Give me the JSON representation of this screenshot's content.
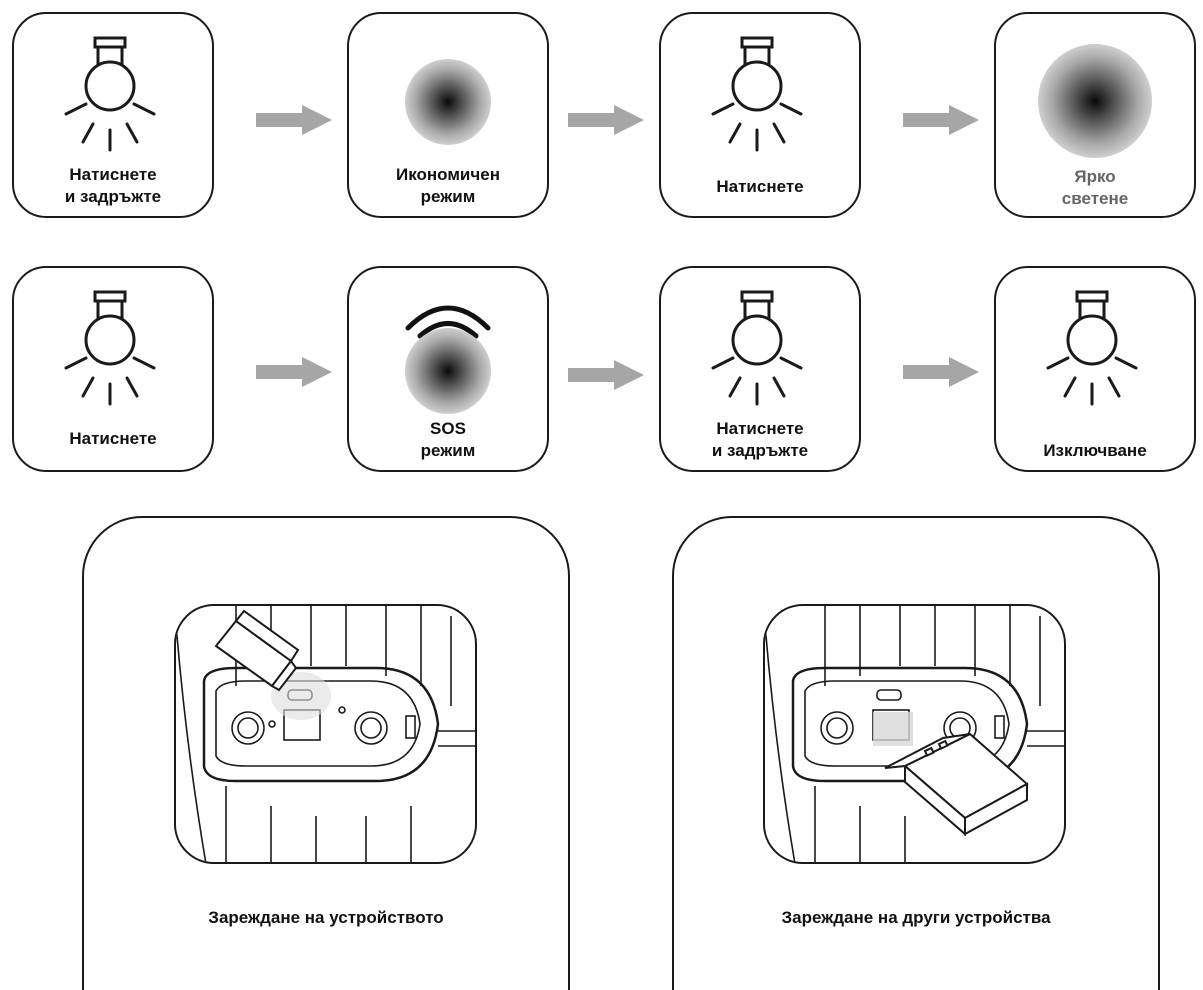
{
  "row1": {
    "step1": {
      "line1": "Натиснете",
      "line2": "и задръжте",
      "icon": "bulb-icon"
    },
    "step2": {
      "line1": "Икономичен",
      "line2": "режим",
      "icon": "dim-glow-icon"
    },
    "step3": {
      "line1": "Натиснете",
      "icon": "bulb-icon"
    },
    "step4": {
      "line1": "Ярко",
      "line2": "светене",
      "icon": "bright-glow-icon"
    }
  },
  "row2": {
    "step1": {
      "line1": "Натиснете",
      "icon": "bulb-icon"
    },
    "step2": {
      "line1": "SOS",
      "line2": "режим",
      "icon": "sos-glow-icon"
    },
    "step3": {
      "line1": "Натиснете",
      "line2": "и задръжте",
      "icon": "bulb-icon"
    },
    "step4": {
      "line1": "Изключване",
      "icon": "bulb-icon"
    }
  },
  "charging": {
    "device": {
      "caption": "Зареждане на устройството"
    },
    "others": {
      "caption": "Зареждане на други устройства"
    }
  },
  "colors": {
    "arrow": "#a6a6a6",
    "stroke": "#1a1a1a",
    "glow_center": "#111111",
    "glow_edge": "#cfcfcf"
  }
}
